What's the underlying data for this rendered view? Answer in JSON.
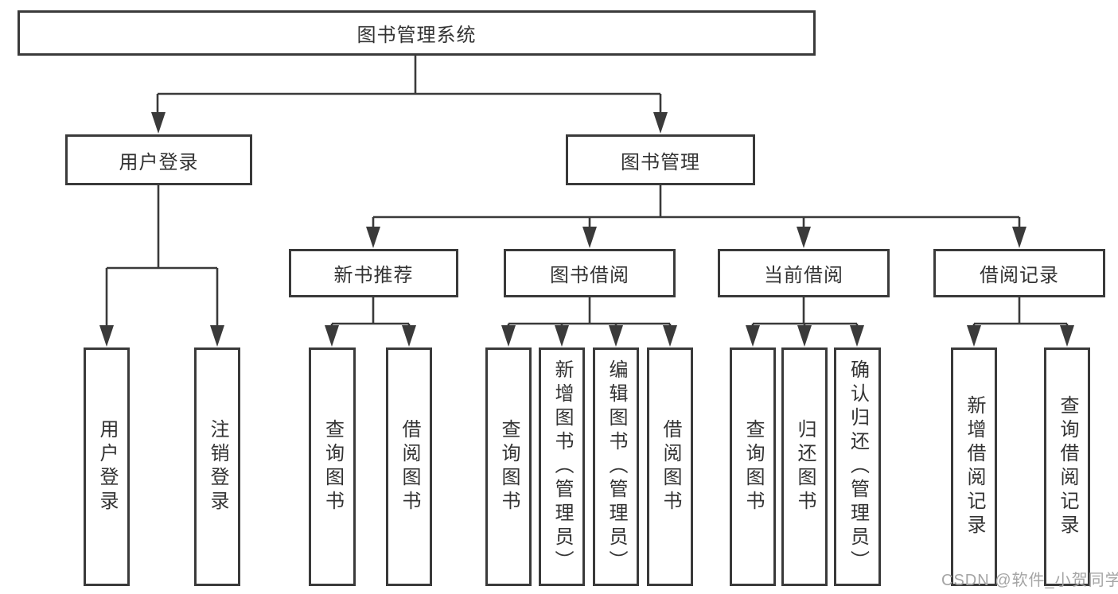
{
  "diagram": {
    "root": "图书管理系统",
    "level1": {
      "user_login": "用户登录",
      "book_mgmt": "图书管理"
    },
    "level2": {
      "new_book_rec": "新书推荐",
      "book_borrow": "图书借阅",
      "current_borrow": "当前借阅",
      "borrow_record": "借阅记录"
    },
    "leaves": {
      "login": "用户登录",
      "logout": "注销登录",
      "rec_query": "查询图书",
      "rec_borrow": "借阅图书",
      "bb_query": "查询图书",
      "bb_add": "新增图书（管理员）",
      "bb_edit": "编辑图书（管理员）",
      "bb_borrow": "借阅图书",
      "cb_query": "查询图书",
      "cb_return": "归还图书",
      "cb_confirm": "确认归还（管理员）",
      "br_add": "新增借阅记录",
      "br_query": "查询借阅记录"
    }
  },
  "watermark": "CSDN @软件_小贺同学"
}
